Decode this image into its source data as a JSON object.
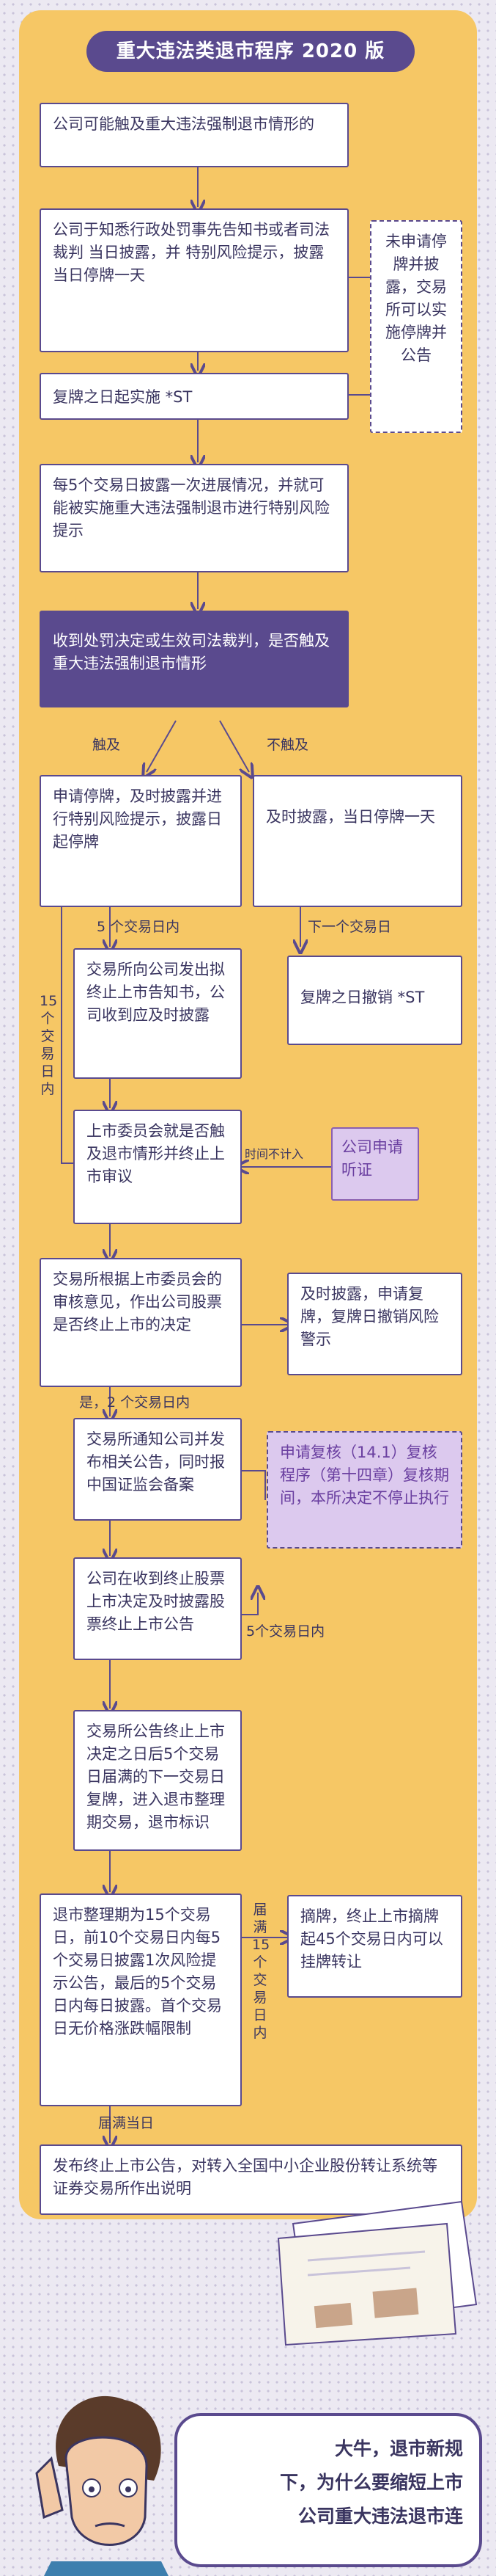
{
  "title": "重大违法类退市程序 2020 版",
  "steps": {
    "s1": "公司可能触及重大违法强制退市情形的",
    "s2": "公司于知悉行政处罚事先告知书或者司法裁判 当日披露，并 特别风险提示，披露当日停牌一天",
    "side1": "未申请停牌并披露，交易所可以实施停牌并公告",
    "s3": "复牌之日起实施 *ST",
    "s4": "每5个交易日披露一次进展情况，并就可能被实施重大违法强制退市进行特别风险提示",
    "s5": "收到处罚决定或生效司法裁判，是否触及重大违法强制退市情形",
    "touch": "触及",
    "no_touch": "不触及",
    "l1": "申请停牌，及时披露并进行特别风险提示，披露日起停牌",
    "r1": "及时披露，当日停牌一天",
    "within5": "5 个交易日内",
    "next_day": "下一个交易日",
    "l2": "交易所向公司发出拟终止上市告知书，公司收到应及时披露",
    "r2": "复牌之日撤销 *ST",
    "within15": "15个交易日内",
    "l3": "上市委员会就是否触及退市情形并终止上市审议",
    "not_counted": "时间不计入",
    "hearing": "公司申请听证",
    "l4": "交易所根据上市委员会的审核意见，作出公司股票是否终止上市的决定",
    "r4": "及时披露，申请复牌，复牌日撤销风险警示",
    "yes2": "是，2 个交易日内",
    "l5": "交易所通知公司并发布相关公告，同时报中国证监会备案",
    "review": "申请复核（14.1）复核程序（第十四章）复核期间，本所决定不停止执行",
    "l6": "公司在收到终止股票上市决定及时披露股票终止上市公告",
    "within5b": "5个交易日内",
    "l7": "交易所公告终止上市决定之日后5个交易日届满的下一交易日复牌，进入退市整理期交易，退市标识",
    "l8": "退市整理期为15个交易日，前10个交易日内每5个交易日披露1次风险提示公告，最后的5个交易日内每日披露。首个交易日无价格涨跌幅限制",
    "expire15": "届满15个交易日内",
    "r8": "摘牌，终止上市摘牌起45个交易日内可以挂牌转让",
    "expire_day": "届满当日",
    "l9": "发布终止上市公告，对转入全国中小企业股份转让系统等证券交易所作出说明"
  },
  "speech": {
    "line1": "大牛，退市新规",
    "line2": "下，为什么要缩短上市",
    "line3": "公司重大违法退市连"
  },
  "colors": {
    "panel": "#f6c765",
    "primary": "#5a4a8e",
    "lavender": "#dcc9ee"
  }
}
